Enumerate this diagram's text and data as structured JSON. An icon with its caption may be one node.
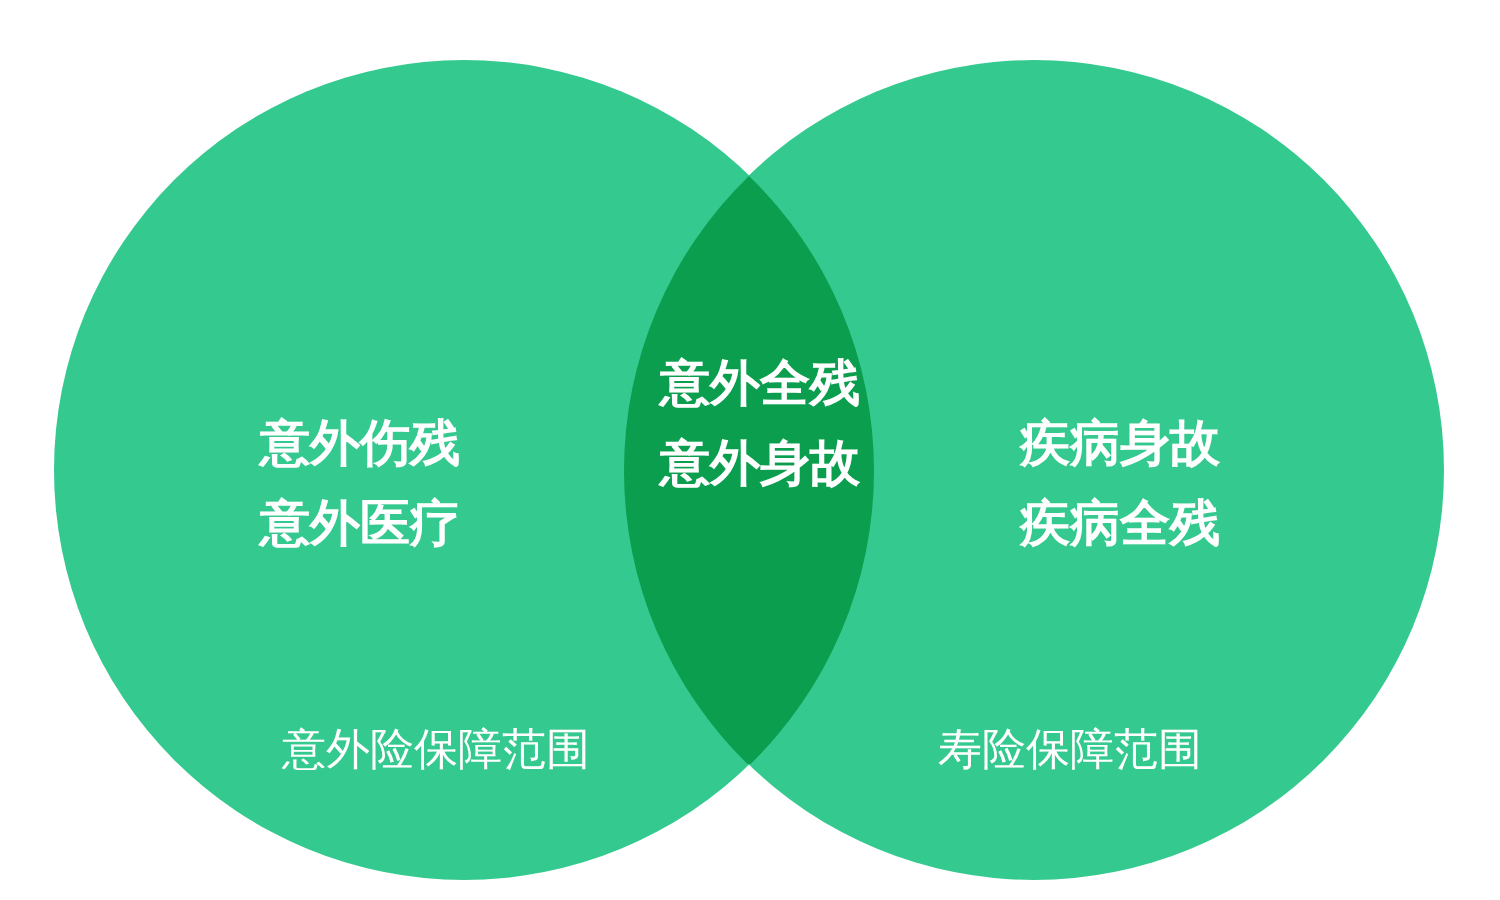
{
  "diagram": {
    "nodes": [
      {
        "text": [
          "意外伤残",
          "意外医疗",
          "意外险保障范围"
        ]
      },
      {
        "text": [
          "意外全残",
          "意外身故"
        ]
      },
      {
        "text": [
          "疾病身故",
          "疾病全残",
          "寿险保障范围"
        ]
      }
    ]
  }
}
